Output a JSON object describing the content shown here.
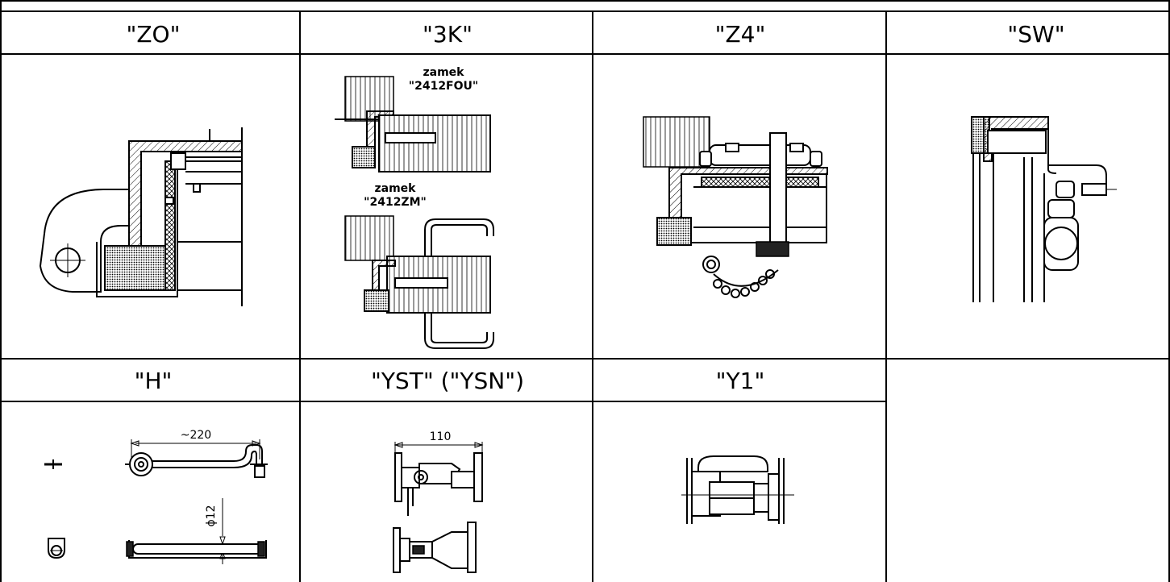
{
  "cells": {
    "zo": {
      "label": "\"ZO\""
    },
    "3k": {
      "label": "\"3K\"",
      "caption_top_1": "zamek",
      "caption_top_2": "\"2412FOU\"",
      "caption_bottom_1": "zamek",
      "caption_bottom_2": "\"2412ZM\""
    },
    "z4": {
      "label": "\"Z4\""
    },
    "sw": {
      "label": "\"SW\""
    },
    "h": {
      "label": "\"H\"",
      "dim_length": "~220",
      "dim_diameter": "ϕ12"
    },
    "yst": {
      "label": "\"YST\" (\"YSN\")",
      "dim_width": "110"
    },
    "y1": {
      "label": "\"Y1\""
    }
  }
}
